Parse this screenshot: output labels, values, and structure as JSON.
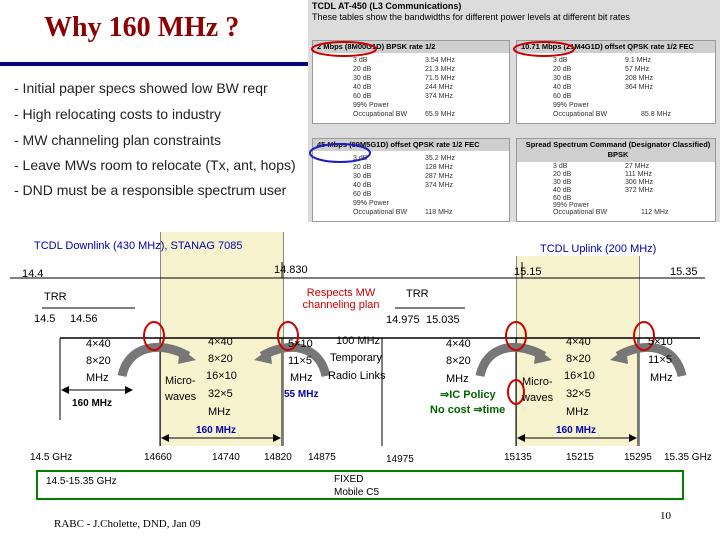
{
  "slide": {
    "title": "Why 160 MHz ?",
    "bullets": [
      "- Initial paper specs showed low BW reqr",
      "- High relocating costs to industry",
      "- MW channeling plan constraints",
      "- Leave MWs room to relocate (Tx, ant, hops)",
      "- DND must be a responsible spectrum user"
    ],
    "footer": "RABC - J.Cholette, DND, Jan 09",
    "page_number": "10"
  },
  "table_image": {
    "header_title": "TCDL AT-450 (L3 Communications)",
    "header_sub": "These tables show the bandwidths for different power levels at different bit rates",
    "box1": {
      "caption": "2 Mbps (8M00G1D) BPSK rate 1/2",
      "rows": [
        [
          "3 dB",
          "3.54 MHz"
        ],
        [
          "20 dB",
          "21.3 MHz"
        ],
        [
          "30 dB",
          "71.5 MHz"
        ],
        [
          "40 dB",
          "244 MHz"
        ],
        [
          "60 dB",
          "374 MHz"
        ],
        [
          "99% Power",
          ""
        ],
        [
          "Occupational BW",
          "65.9 MHz"
        ]
      ]
    },
    "box2": {
      "caption": "10.71 Mbps (21M4G1D) offset QPSK rate 1/2 FEC",
      "rows": [
        [
          "3 dB",
          "9.1 MHz"
        ],
        [
          "20 dB",
          "57 MHz"
        ],
        [
          "30 dB",
          "208 MHz"
        ],
        [
          "40 dB",
          "364 MHz"
        ],
        [
          "60 dB",
          ""
        ],
        [
          "99% Power",
          ""
        ],
        [
          "Occupational BW",
          "85.8 MHz"
        ]
      ]
    },
    "box3": {
      "caption": "45 Mbps (89M5G1D) offset QPSK rate 1/2 FEC",
      "rows": [
        [
          "3 dB",
          "35.2 MHz"
        ],
        [
          "20 dB",
          "128 MHz"
        ],
        [
          "30 dB",
          "287 MHz"
        ],
        [
          "40 dB",
          "374 MHz"
        ],
        [
          "60 dB",
          ""
        ],
        [
          "99% Power",
          ""
        ],
        [
          "Occupational BW",
          "118 MHz"
        ]
      ]
    },
    "box4": {
      "caption": "Spread Spectrum Command (Designator Classified) BPSK",
      "rows": [
        [
          "3 dB",
          "27 MHz"
        ],
        [
          "20 dB",
          "111 MHz"
        ],
        [
          "30 dB",
          "306 MHz"
        ],
        [
          "40 dB",
          "372 MHz"
        ],
        [
          "60 dB",
          ""
        ],
        [
          "99% Power",
          ""
        ],
        [
          "Occupational BW",
          "112 MHz"
        ]
      ]
    }
  },
  "diagram": {
    "downlink_label": "TCDL Downlink (430 MHz), STANAG 7085",
    "uplink_label": "TCDL Uplink (200 MHz)",
    "f_14_4": "14.4",
    "f_14_830": "14.830",
    "f_15_15": "15.15",
    "f_15_35": "15.35",
    "trr_left": "TRR",
    "trr_right": "TRR",
    "f_14_5": "14.5",
    "f_14_56": "14.56",
    "respects": "Respects MW channeling plan",
    "f_14_975": "14.975",
    "f_15_035": "15.035",
    "left_block": [
      "4×40",
      "8×20",
      "MHz"
    ],
    "left_160": "160 MHz",
    "micro1": [
      "Micro-",
      "waves"
    ],
    "mw1": [
      "4×40",
      "8×20",
      "16×10",
      "32×5",
      "MHz"
    ],
    "mw1_right": [
      "5×10",
      "11×5",
      "MHz",
      "55 MHz"
    ],
    "temporary": [
      "100 MHz",
      "Temporary",
      "Radio Links"
    ],
    "mid_160": "160 MHz",
    "ic_block": [
      "4×40",
      "8×20",
      "MHz",
      "⇒IC Policy",
      "No cost ⇒time"
    ],
    "micro2": [
      "Micro-",
      "waves"
    ],
    "mw2": [
      "4×40",
      "8×20",
      "16×10",
      "32×5",
      "MHz"
    ],
    "mw2_right": [
      "5×10",
      "11×5",
      "MHz"
    ],
    "right_160": "160 MHz",
    "bottom_freqs": [
      "14.5 GHz",
      "14660",
      "14740",
      "14820",
      "14875",
      "14975",
      "15135",
      "15215",
      "15295",
      "15.35 GHz"
    ],
    "range_label": "14.5-15.35 GHz",
    "fixed_label": [
      "FIXED",
      "Mobile C5"
    ]
  }
}
